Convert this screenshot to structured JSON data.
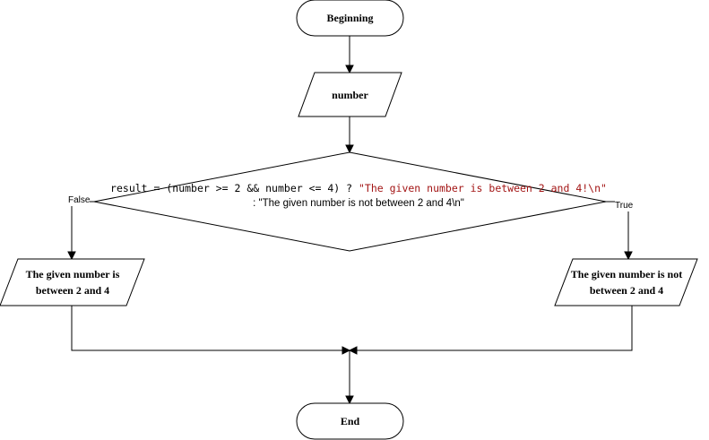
{
  "nodes": {
    "start": {
      "label": "Beginning"
    },
    "input": {
      "label": "number"
    },
    "decision": {
      "expr": "result = (number >= 2 && number <= 4) ? ",
      "true_string": "\"The given number is between 2 and 4!\\n\"",
      "separator": " : ",
      "false_string": "\"The given number is not between 2 and 4\\n\""
    },
    "output_left": {
      "label": "The given number is between 2 and 4"
    },
    "output_right": {
      "label": "The given number is not between 2 and 4"
    },
    "end": {
      "label": "End"
    }
  },
  "edges": {
    "false_label": "False",
    "true_label": "True"
  },
  "colors": {
    "string_literal": "#a31515",
    "stroke": "#000000"
  }
}
